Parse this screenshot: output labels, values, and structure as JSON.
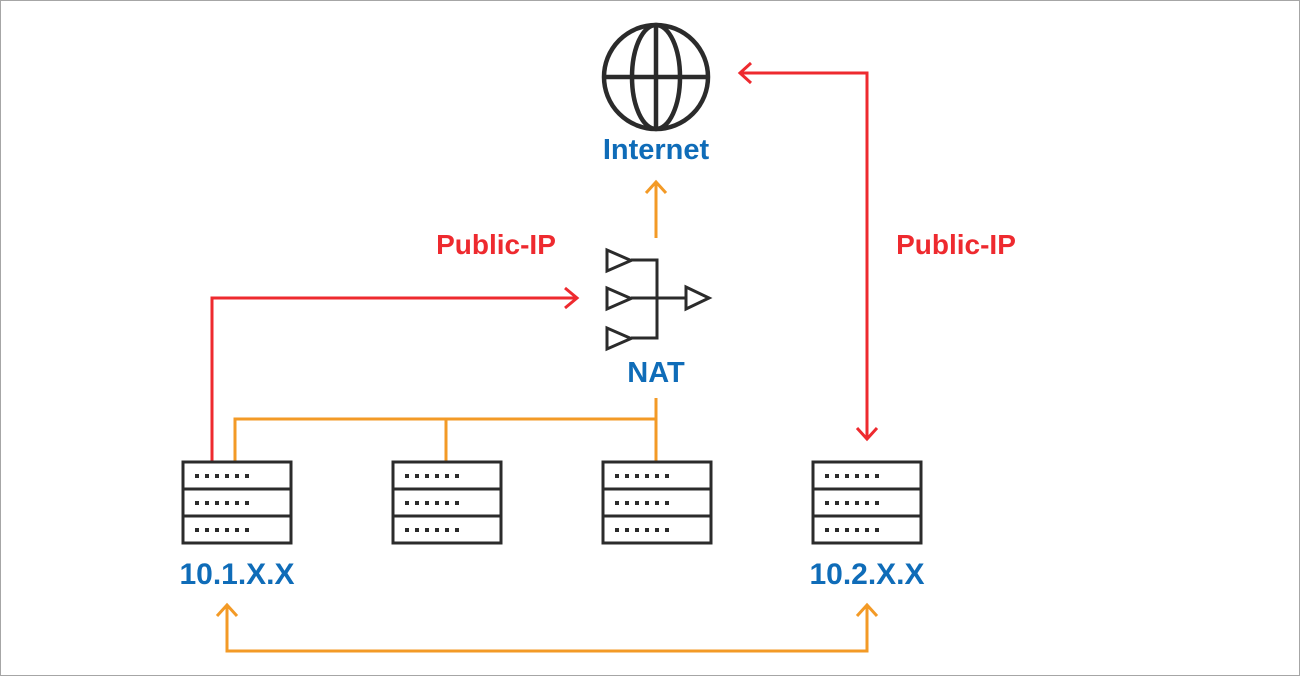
{
  "labels": {
    "internet": "Internet",
    "nat": "NAT",
    "public_ip_left": "Public-IP",
    "public_ip_right": "Public-IP",
    "subnet_1": "10.1.X.X",
    "subnet_2": "10.2.X.X"
  },
  "icons": {
    "internet": "globe-icon",
    "nat": "nat-router-icon",
    "server": "server-rack-icon"
  },
  "colors": {
    "label_blue": "#0f6cb8",
    "label_red": "#ee2a2f",
    "line_red": "#ee2a2f",
    "line_orange": "#f39a26",
    "icon_stroke": "#2b2b2b",
    "border": "#a6a6a6"
  }
}
